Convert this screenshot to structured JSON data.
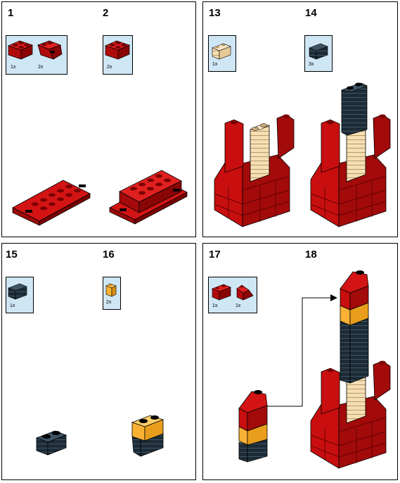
{
  "colors": {
    "red": "#c80e0e",
    "dark_red": "#7a0000",
    "tan": "#f5deb3",
    "black": "#1d2b36",
    "yellow": "#f9b233",
    "parts_bg": "#cfe6f5"
  },
  "panels": [
    {
      "steps": [
        {
          "number": "1",
          "parts": [
            {
              "icon": "red-2x2-brick",
              "qty": "1x"
            },
            {
              "icon": "red-2x2-slope",
              "qty": "2x"
            }
          ]
        },
        {
          "number": "2",
          "parts": [
            {
              "icon": "red-2x2-brick",
              "qty": "2x"
            }
          ]
        }
      ]
    },
    {
      "steps": [
        {
          "number": "13",
          "parts": [
            {
              "icon": "tan-1x2-grille",
              "qty": "1x"
            }
          ]
        },
        {
          "number": "14",
          "parts": [
            {
              "icon": "black-1x2-grille",
              "qty": "3x"
            }
          ]
        }
      ]
    },
    {
      "steps": [
        {
          "number": "15",
          "parts": [
            {
              "icon": "black-1x2-grille",
              "qty": "1x"
            }
          ]
        },
        {
          "number": "16",
          "parts": [
            {
              "icon": "yellow-1x1-brick",
              "qty": "2x"
            }
          ]
        }
      ]
    },
    {
      "steps": [
        {
          "number": "17",
          "parts": [
            {
              "icon": "red-1x2-brick",
              "qty": "1x"
            },
            {
              "icon": "red-1x1-slope",
              "qty": "1x"
            }
          ]
        },
        {
          "number": "18",
          "parts": []
        }
      ]
    }
  ]
}
